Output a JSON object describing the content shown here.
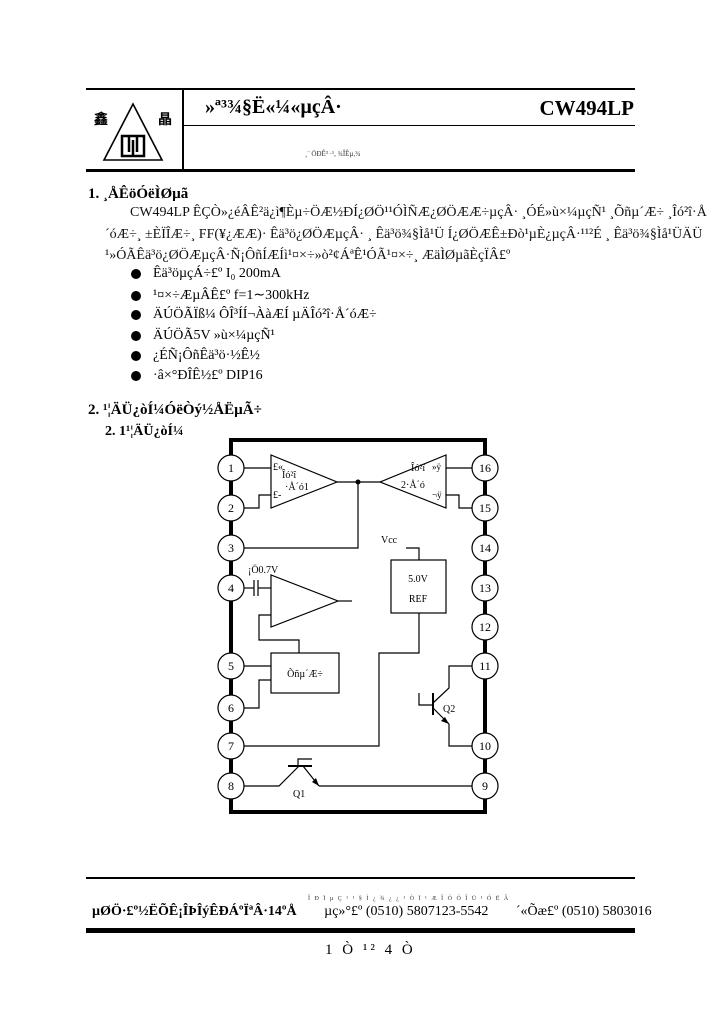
{
  "header": {
    "logo": "company-logo",
    "title_left": "»ª³¾§Ë«¼«µçÂ·",
    "title_right": "CW494LP",
    "subtitle": "¸¨ ÖÐÊ³ ·¹, ¾ÎÊµ,¾"
  },
  "section1": {
    "heading": "1. ¸ÅÊöÓëÌØµã",
    "paragraph_lines": [
      "CW494LP ÊÇÒ»¿éÂÊ²ä¿ì¶Èµ÷ÖÆ½ÐÍ¿ØÖ¹¹ÓÌÑÆ¿ØÖÆÆ÷µçÂ·   ¸ÓÉ»ù×¼µçÑ¹ ¸Õñµ´Æ÷ ¸Îó²î·Å",
      "´óÆ÷¸ ±ÈÏÎÆ÷¸ FF(¥¿ÆÆ)· Êä³ö¿ØÖÆµçÂ· ¸ Êä³ö¾§Ìå¹Ü Í¿ØÖÆÊ±Ðò¹µÈ¿µçÂ·¹¹²É ¸ Êä³ö¾§Ìå¹ÜÄÜ",
      "¹»ÓÃÊä³ö¿ØÖÆµçÂ·Ñ¡ÔñÍÆÍì¹¤×÷»ò²¢ÁªÊ¹ÓÃ¹¤×÷¸ ÆäÌØµãÈçÏÂ£º"
    ],
    "bullets": [
      "Êä³öµçÁ÷£º I₀  200mA",
      "¹¤×÷ÆµÂÊ£º f=1∼300kHz",
      "ÄÚÖÃÏß¼ ÔÎ³ÍÍ¬ÀàÆÍ µÄÎó²î·Å´óÆ÷",
      "ÄÚÖÃ5V »ù×¼µçÑ¹",
      "¿ÉÑ¡ÔñÊä³ö·½Ê½",
      "·â×°ÐÎÊ½£º DIP16"
    ]
  },
  "section2": {
    "heading": "2. ¹¦ÄÜ¿òÍ¼ÓëÒý½ÅËµÃ÷",
    "subheading": "2. 1¹¦ÄÜ¿òÍ¼"
  },
  "diagram": {
    "pins_left": [
      "1",
      "2",
      "3",
      "4",
      "5",
      "6",
      "7",
      "8"
    ],
    "pins_right": [
      "16",
      "15",
      "14",
      "13",
      "12",
      "11",
      "10",
      "9"
    ],
    "amp1_label_top": "Îó²î",
    "amp1_label_bottom": "·Å´ó1",
    "amp1_in_plus": "£«",
    "amp1_in_minus": "£-",
    "amp2_label_top": "Îó²î",
    "amp2_label_bottom": "2·Å´ó",
    "amp2_in_plus": "»ÿ",
    "amp2_in_minus": "¬ÿ",
    "bias_label": "¡Ö0.7V",
    "vcc_label": "Vcc",
    "ref_line1": "5.0V",
    "ref_line2": "REF",
    "osc_label": "Õñµ´Æ÷",
    "q1_label": "Q1",
    "q2_label": "Q2"
  },
  "footer": {
    "small_text": "Î Ð Ï µ Ç ¹ ¹ § Ì ¿ ¾ ¿ ¿ ¹ Ò Ï ¹ Æ Î Ó Ó Î Ü ¹ Ó Ë Â",
    "address": "µØÖ·£º½­ËÕÊ¡ÎÞÎýÊÐÁºÏªÂ·14ºÅ",
    "phone_label": "µç»°£º",
    "phone": "(0510) 5807123-5542",
    "fax_label": "´«Õæ£º",
    "fax": "(0510) 5803016",
    "page": "1 Ò ¹² 4 Ò"
  }
}
